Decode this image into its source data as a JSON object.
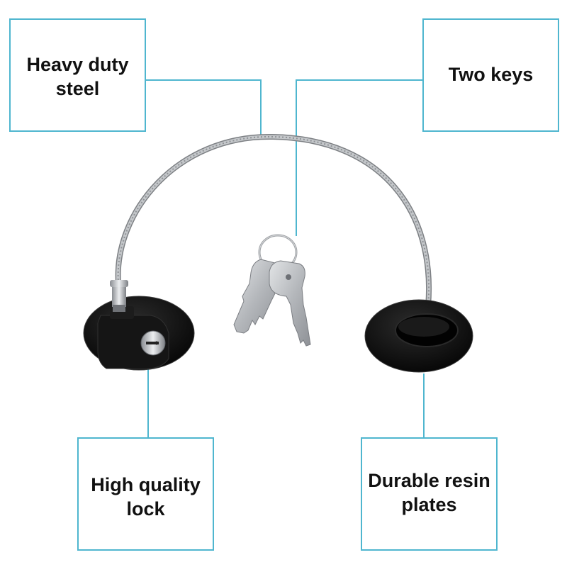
{
  "callouts": {
    "steel": {
      "label": "Heavy duty\nsteel"
    },
    "keys": {
      "label": "Two keys"
    },
    "lock": {
      "label": "High quality\nlock"
    },
    "plates": {
      "label": "Durable resin\nplates"
    }
  },
  "colors": {
    "accent": "#4fb6cf",
    "cable": "#a6a9ad",
    "plate": "#0d0d0d",
    "key_metal": "#b9bcc0"
  }
}
